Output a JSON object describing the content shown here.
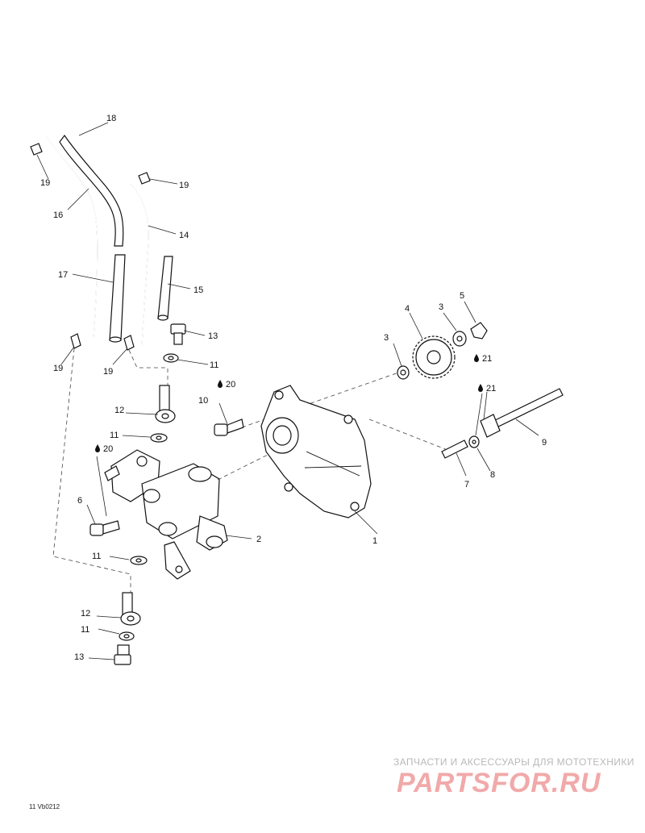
{
  "diagram": {
    "callouts": {
      "c1": "1",
      "c2": "2",
      "c3a": "3",
      "c3b": "3",
      "c4": "4",
      "c5": "5",
      "c6": "6",
      "c7": "7",
      "c8": "8",
      "c9": "9",
      "c10": "10",
      "c11a": "11",
      "c11b": "11",
      "c11c": "11",
      "c11d": "11",
      "c12a": "12",
      "c12b": "12",
      "c13a": "13",
      "c13b": "13",
      "c14": "14",
      "c15": "15",
      "c16": "16",
      "c17": "17",
      "c18": "18",
      "c19a": "19",
      "c19b": "19",
      "c19c": "19",
      "c19d": "19",
      "c20a": "20",
      "c20b": "20",
      "c21a": "21",
      "c21b": "21"
    },
    "drawing_code": "11 Vb0212"
  },
  "watermark": {
    "tagline": "ЗАПЧАСТИ И АКСЕССУАРЫ ДЛЯ МОТОТЕХНИКИ",
    "logo": "PARTSFOR.RU",
    "color": "#e46a6a"
  }
}
